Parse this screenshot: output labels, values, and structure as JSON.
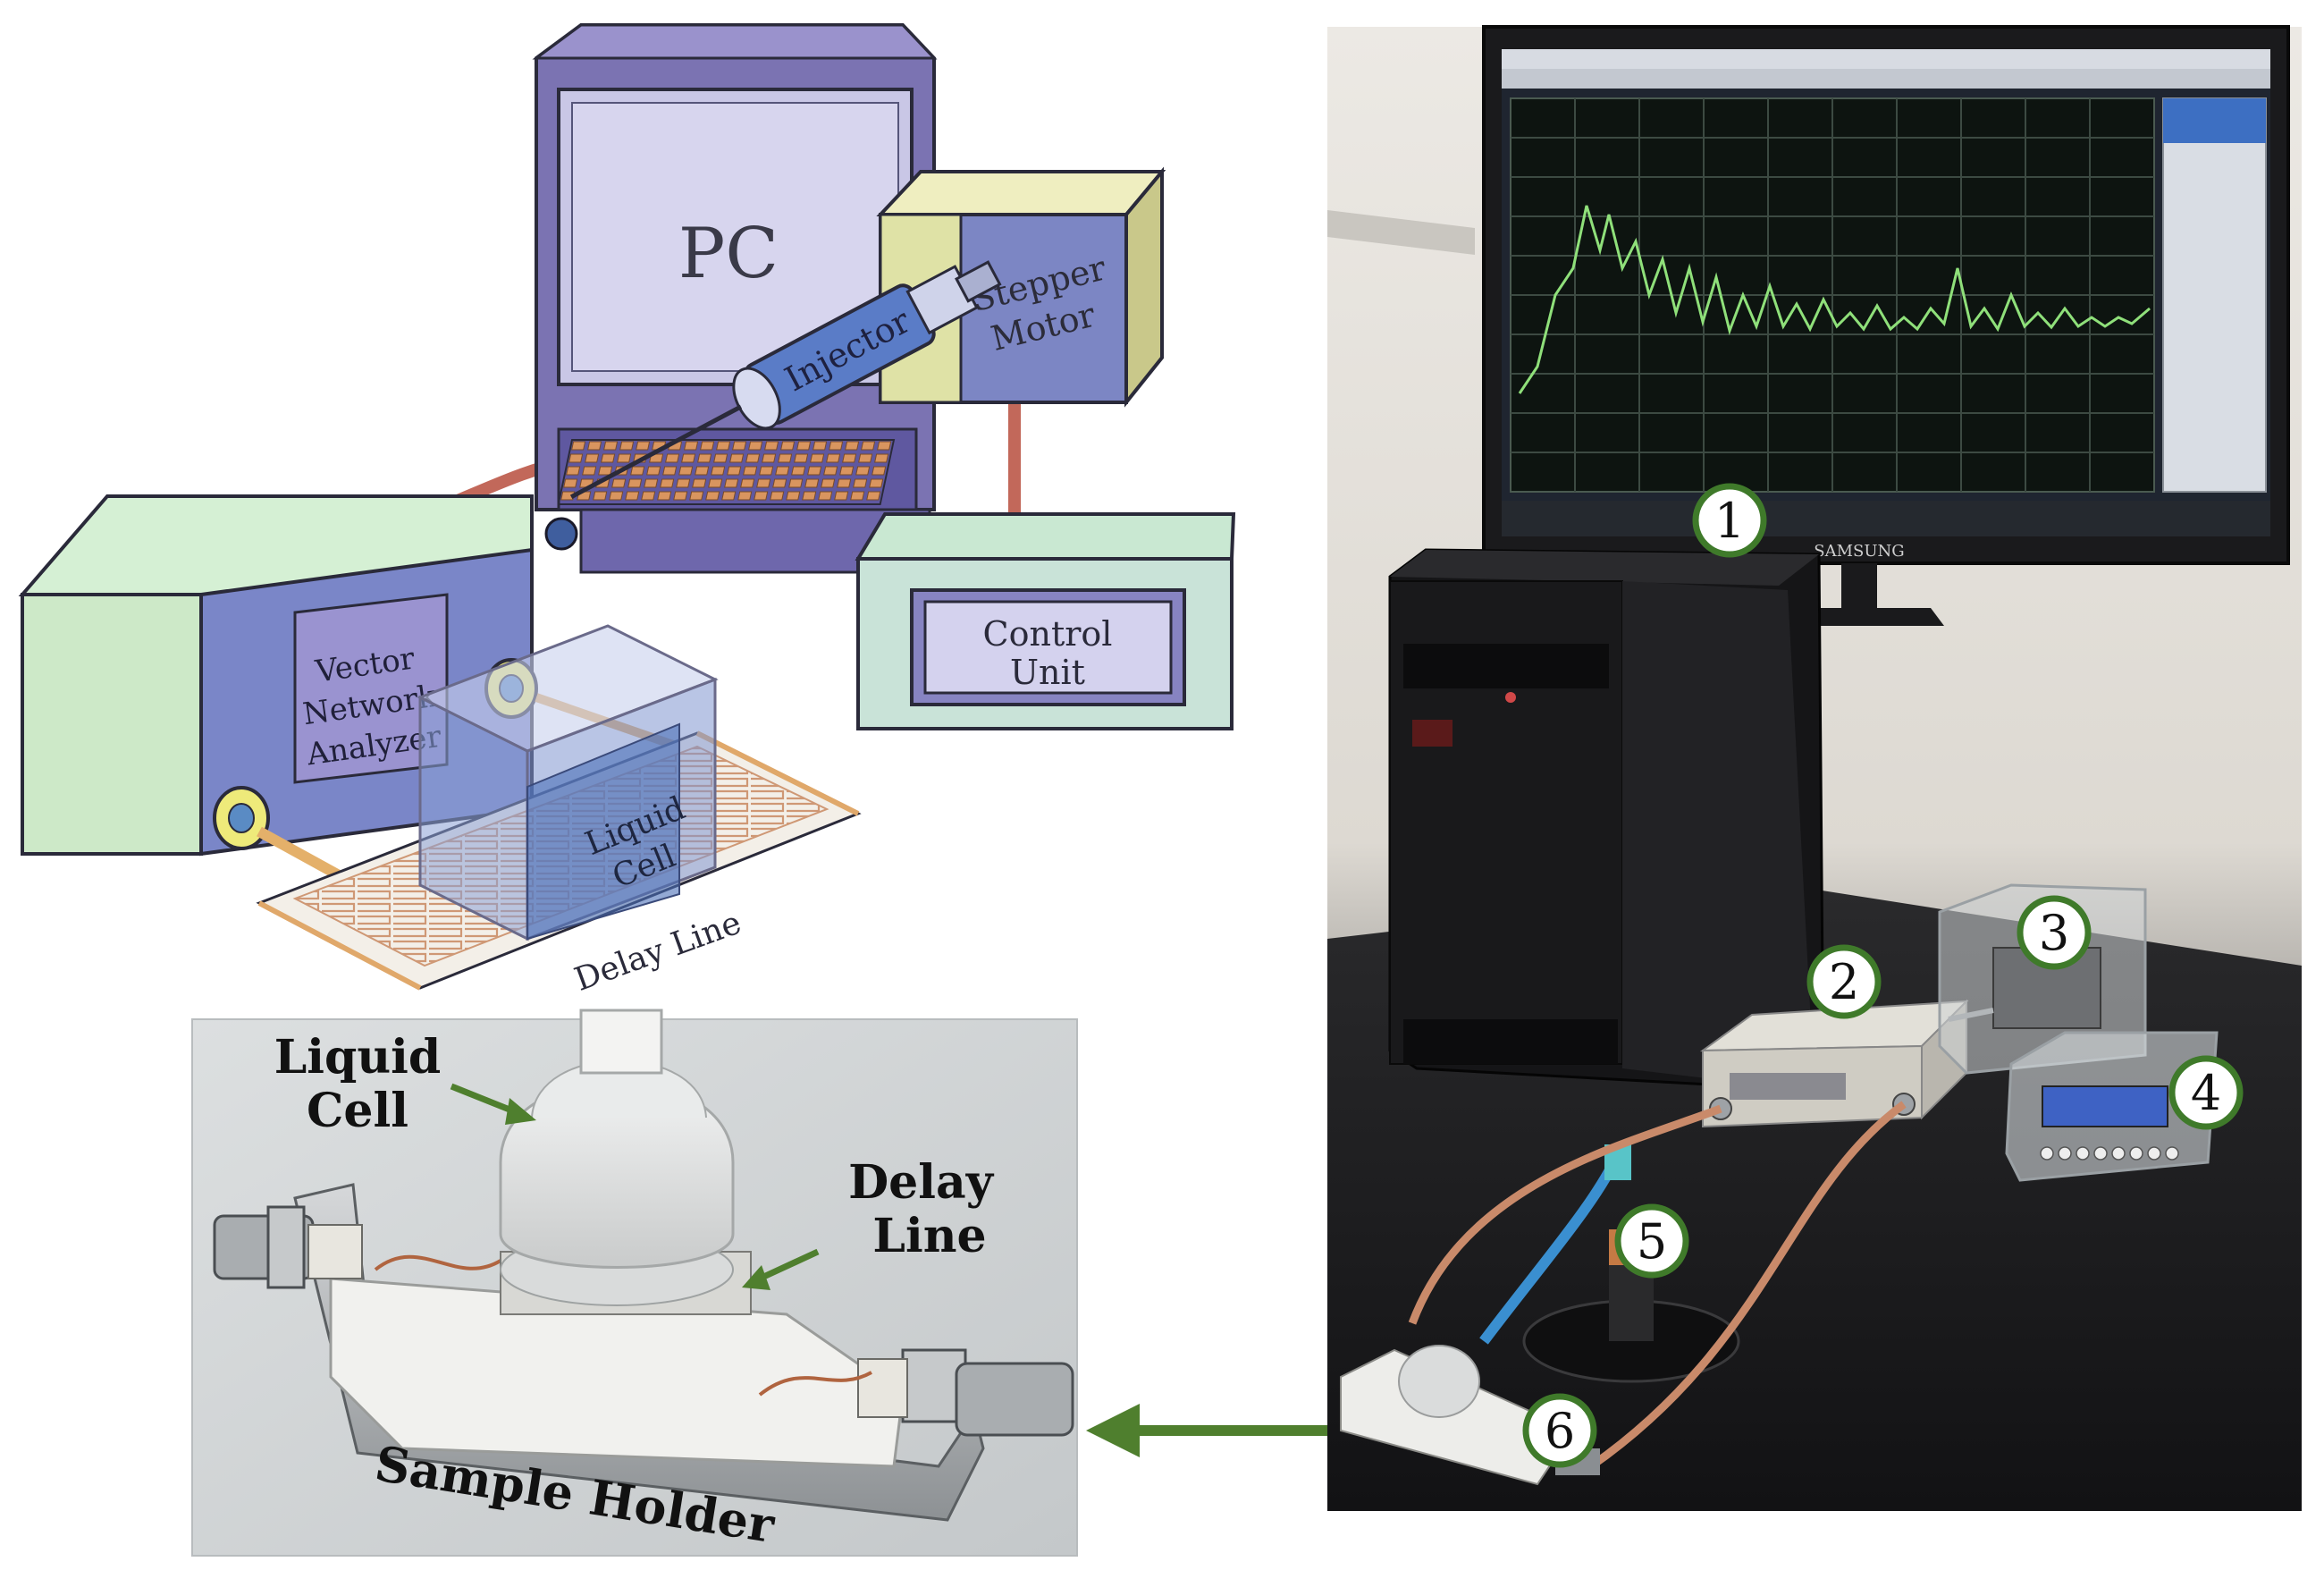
{
  "schematic": {
    "pc_label": "PC",
    "stepper_label_1": "Stepper",
    "stepper_label_2": "Motor",
    "injector_label": "Injector",
    "vna_label_1": "Vector",
    "vna_label_2": "Network",
    "vna_label_3": "Analyzer",
    "control_label_1": "Control",
    "control_label_2": "Unit",
    "cell_label_1": "Liquid",
    "cell_label_2": "Cell",
    "delay_line_label": "Delay Line"
  },
  "photo_holder": {
    "liquid_cell_1": "Liquid",
    "liquid_cell_2": "Cell",
    "delay_line_1": "Delay",
    "delay_line_2": "Line",
    "caption": "Sample Holder"
  },
  "photo_setup": {
    "markers": [
      "1",
      "2",
      "3",
      "4",
      "5",
      "6"
    ],
    "monitor_brand": "SAMSUNG"
  },
  "colors": {
    "marker_ring": "#3f7a2a",
    "arrow": "#4f7f2e",
    "monitor_trace": "#8fe07a"
  }
}
